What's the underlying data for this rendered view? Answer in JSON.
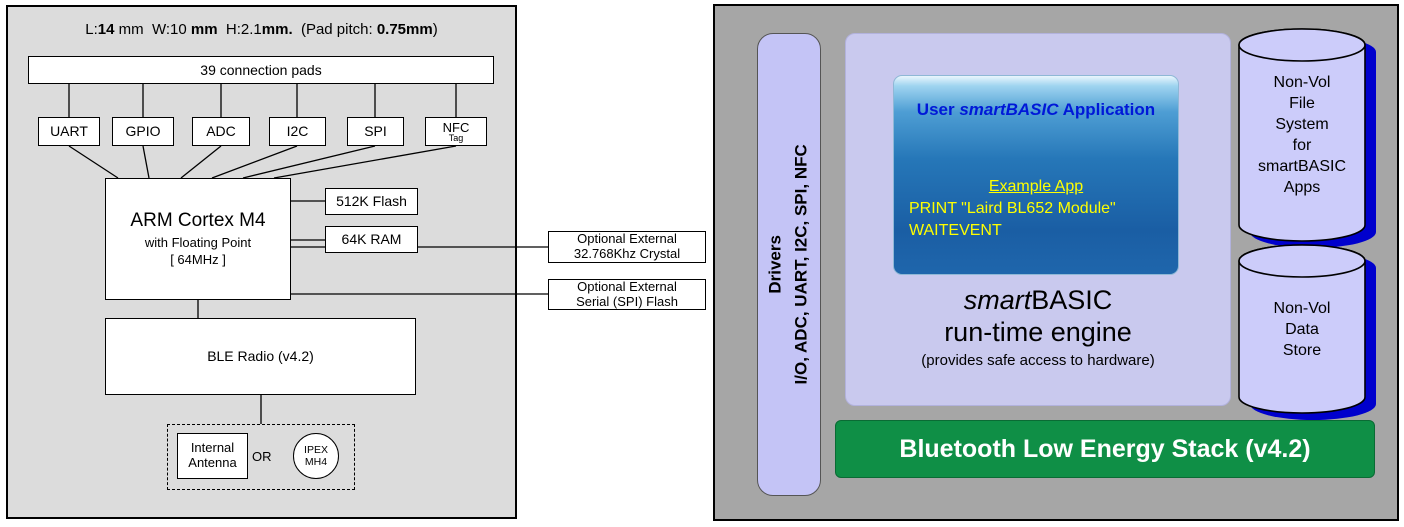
{
  "left_panel": {
    "dims": {
      "p0": "L:",
      "p1": "14",
      "p2": " mm  W:10 ",
      "p3": "mm",
      "p4": "  H:2.1",
      "p5": "mm.",
      "p6": "  (Pad pitch: ",
      "p7": "0.75mm",
      "p8": ")"
    },
    "pads_label": "39 connection pads",
    "interfaces": [
      "UART",
      "GPIO",
      "ADC",
      "I2C",
      "SPI"
    ],
    "nfc": {
      "name": "NFC",
      "sub": "Tag"
    },
    "cpu": {
      "title": "ARM Cortex M4",
      "sub1": "with Floating Point",
      "sub2": "[ 64MHz ]"
    },
    "flash_label": "512K Flash",
    "ram_label": "64K RAM",
    "external_crystal": "Optional External\n32.768Khz Crystal",
    "external_flash": "Optional External\nSerial (SPI) Flash",
    "ble_label": "BLE Radio (v4.2)",
    "antenna": {
      "internal": "Internal\nAntenna",
      "or": "OR",
      "ipex": "IPEX\nMH4"
    }
  },
  "right_panel": {
    "drivers_bar": "Drivers\nI/O, ADC, UART, I2C, SPI, NFC",
    "app_box": {
      "title_prefix": "User ",
      "title_italic": "smartBASIC",
      "title_rest": " Application",
      "example_title": "Example App",
      "code_line1": "PRINT \"Laird BL652 Module\"",
      "code_line2": "WAITEVENT"
    },
    "engine": {
      "title_italic": "smart",
      "title_rest": "BASIC",
      "title_line2": "run-time engine",
      "subtitle": "(provides safe access to hardware)"
    },
    "file_cylinder": "Non-Vol\nFile\nSystem\nfor\nsmartBASIC\nApps",
    "data_cylinder": "Non-Vol\nData\nStore",
    "ble_stack": "Bluetooth Low Energy Stack (v4.2)",
    "colors": {
      "stack_green": "#0f8f46",
      "lavender": "#c9c9ee",
      "cylinder_fill": "#ccccfa",
      "cylinder_shadow": "#0000cd",
      "app_title_blue": "#0018d8",
      "code_yellow": "#ffff00"
    }
  }
}
